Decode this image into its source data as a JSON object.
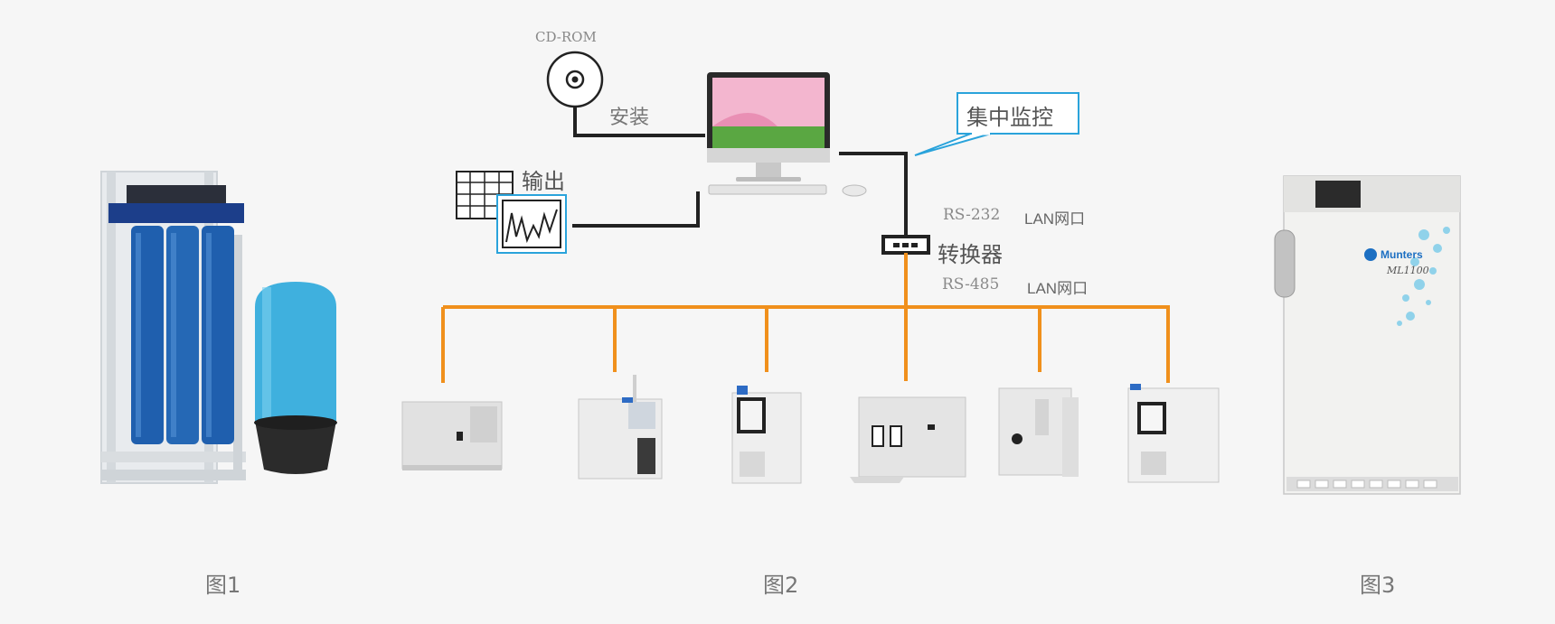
{
  "labels": {
    "cdrom": "CD-ROM",
    "install": "安装",
    "output": "输出",
    "monitor": "集中监控",
    "rs232": "RS-232",
    "lan_top": "LAN网口",
    "converter": "转换器",
    "rs485": "RS-485",
    "lan_bottom": "LAN网口"
  },
  "captions": {
    "fig1": "图1",
    "fig2": "图2",
    "fig3": "图3"
  },
  "brand": {
    "name": "Munters",
    "model": "ML1100"
  },
  "colors": {
    "bus_line": "#f0901c",
    "link_line": "#222222",
    "callout": "#2aa3db",
    "caption": "#777777"
  },
  "devices": {
    "fig1": [
      "ro-filter-system",
      "pressure-tank"
    ],
    "fig2": [
      "chamber-1",
      "chamber-2",
      "chamber-3",
      "chamber-4",
      "chamber-5",
      "chamber-6"
    ],
    "fig3": [
      "dehumidifier"
    ]
  }
}
